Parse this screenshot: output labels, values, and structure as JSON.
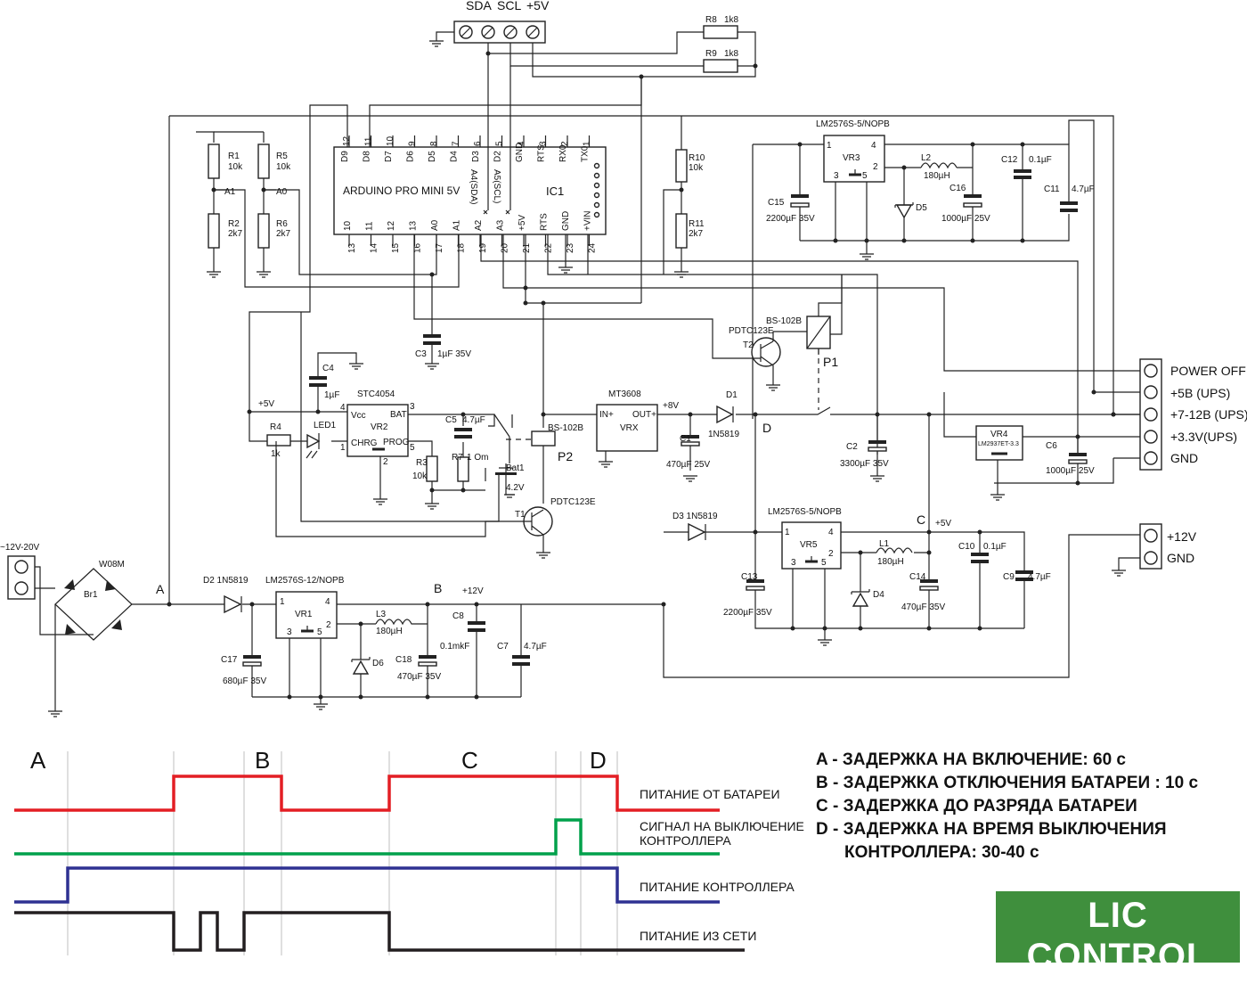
{
  "connector_top": {
    "pins": [
      "SDA",
      "SCL",
      "+5V"
    ]
  },
  "ic1": {
    "name": "IC1",
    "title": "ARDUINO PRO MINI 5V",
    "top_pin_numbers": [
      "12",
      "11",
      "10",
      "9",
      "8",
      "7",
      "6",
      "5",
      "4",
      "3",
      "2",
      "1"
    ],
    "top_pin_names": [
      "D9",
      "D8",
      "D7",
      "D6",
      "D5",
      "D4",
      "D3",
      "D2",
      "GND",
      "RTS",
      "RX0",
      "TX0"
    ],
    "bottom_pin_numbers": [
      "13",
      "14",
      "15",
      "16",
      "17",
      "18",
      "19",
      "20",
      "21",
      "22",
      "23",
      "24"
    ],
    "bottom_pin_names": [
      "10",
      "11",
      "12",
      "13",
      "A0",
      "A1",
      "A2",
      "A3",
      "+5V",
      "RTS",
      "GND",
      "+VIN"
    ],
    "a4_label": "A4(SDA)",
    "a5_label": "A5(SCL)"
  },
  "resistors": {
    "r8": "R8",
    "r8_val": "1k8",
    "r9": "R9",
    "r9_val": "1k8",
    "r1": "R1",
    "r1_val": "10k",
    "r2": "R2",
    "r2_val": "2k7",
    "r5": "R5",
    "r5_val": "10k",
    "r6": "R6",
    "r6_val": "2k7",
    "r10": "R10",
    "r10_val": "10k",
    "r11": "R11",
    "r11_val": "2k7",
    "r4": "R4",
    "r4_val": "1k",
    "r3": "R3",
    "r3_val": "10k",
    "r7": "R7",
    "r7_val": "1 Om"
  },
  "nodes": {
    "a1": "A1",
    "a0": "A0",
    "plus5v": "+5V",
    "plus8v": "+8V",
    "plus12v": "+12V",
    "plus5v_c": "+5V",
    "A": "A",
    "B": "B",
    "C": "C",
    "D": "D"
  },
  "capacitors": {
    "c3": "C3",
    "c3_val": "1µF 35V",
    "c4": "C4",
    "c4_val": "1µF",
    "c5": "C5",
    "c5_val": "4.7µF",
    "c1": "C1",
    "c1_val": "470µF 25V",
    "c2": "C2",
    "c2_val": "3300µF 35V",
    "c6": "C6",
    "c6_val": "1000µF 25V",
    "c15": "C15",
    "c15_val": "2200µF 35V",
    "c16": "C16",
    "c16_val": "1000µF 25V",
    "c12": "C12",
    "c12_val": "0.1µF",
    "c11": "C11",
    "c11_val": "4.7µF",
    "c17": "C17",
    "c17_val": "680µF 35V",
    "c18": "C18",
    "c18_val": "470µF 35V",
    "c8": "C8",
    "c8_val": "0.1mkF",
    "c7": "C7",
    "c7_val": "4.7µF",
    "c13": "C13",
    "c13_val": "2200µF 35V",
    "c14": "C14",
    "c14_val": "470µF 35V",
    "c10": "C10",
    "c10_val": "0.1µF",
    "c9": "C9",
    "c9_val": "4.7µF"
  },
  "chips": {
    "vr3_title": "LM2576S-5/NOPB",
    "vr3": "VR3",
    "vr2_title": "STC4054",
    "vr2": "VR2",
    "vr2_vcc": "Vcc",
    "vr2_bat": "BAT",
    "vr2_chrg": "CHRG",
    "vr2_prog": "PROG",
    "vrx_title": "MT3608",
    "vrx": "VRX",
    "vrx_in": "IN+",
    "vrx_out": "OUT+",
    "vr4": "VR4",
    "vr4_part": "LM2937ET-3.3",
    "vr1_title": "LM2576S-12/NOPB",
    "vr1": "VR1",
    "vr5_title": "LM2576S-5/NOPB",
    "vr5": "VR5"
  },
  "inductors": {
    "l2": "L2",
    "l2_val": "180µH",
    "l3": "L3",
    "l3_val": "180µH",
    "l1": "L1",
    "l1_val": "180µH"
  },
  "diodes": {
    "d5": "D5",
    "d6": "D6",
    "d4": "D4",
    "d1": "D1",
    "d1_part": "1N5819",
    "d2": "D2 1N5819",
    "d3": "D3 1N5819",
    "led1": "LED1"
  },
  "transistors": {
    "t1": "T1",
    "t1_part": "PDTC123E",
    "t2": "T2",
    "t2_part": "PDTC123E"
  },
  "relays": {
    "p1": "P1",
    "p1_part": "BS-102B",
    "p2": "P2",
    "p2_part": "BS-102B"
  },
  "battery": {
    "name": "Bat1",
    "value": "4.2V"
  },
  "bridge": {
    "name": "Br1",
    "part": "W08M",
    "input": "~12V-20V"
  },
  "connector_right": [
    "POWER OFF",
    "+5B (UPS)",
    "+7-12B (UPS)",
    "+3.3V(UPS)",
    "GND"
  ],
  "connector_out12": [
    "+12V",
    "GND"
  ],
  "timing": {
    "labels": {
      "A": "A",
      "B": "B",
      "C": "C",
      "D": "D"
    },
    "signals": [
      {
        "name": "ПИТАНИЕ ОТ БАТАРЕИ",
        "color": "#e31e24"
      },
      {
        "name_line1": "СИГНАЛ НА ВЫКЛЮЧЕНИЕ",
        "name_line2": "КОНТРОЛЛЕРА",
        "color": "#00a14b"
      },
      {
        "name": "ПИТАНИЕ КОНТРОЛЛЕРА",
        "color": "#2e3192"
      },
      {
        "name": "ПИТАНИЕ ИЗ СЕТИ",
        "color": "#231f20"
      }
    ]
  },
  "legend": [
    "A - ЗАДЕРЖКА НА ВКЛЮЧЕНИЕ: 60 с",
    "B - ЗАДЕРЖКА ОТКЛЮЧЕНИЯ БАТАРЕИ : 10 с",
    "C - ЗАДЕРЖКА ДО РАЗРЯДА БАТАРЕИ",
    "D - ЗАДЕРЖКА НА ВРЕМЯ ВЫКЛЮЧЕНИЯ",
    "КОНТРОЛЛЕРА: 30-40 с"
  ],
  "logo": {
    "brand": "LIC CONTROL",
    "url": "http://liccontrol.com",
    "color": "#3f8f3d"
  }
}
